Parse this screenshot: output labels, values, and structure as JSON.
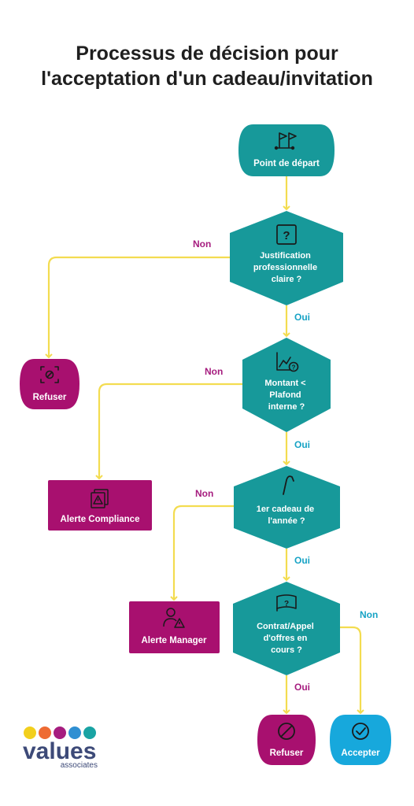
{
  "title": {
    "line1": "Processus de décision pour",
    "line2": "l'acceptation d'un cadeau/invitation"
  },
  "nodes": {
    "start": {
      "label": "Point de départ",
      "icon": "flags-icon"
    },
    "q1": {
      "lines": [
        "Justification",
        "professionnelle",
        "claire ?"
      ],
      "icon": "question-square-icon"
    },
    "q2": {
      "lines": [
        "Montant <",
        "Plafond",
        "interne ?"
      ],
      "icon": "chart-question-icon"
    },
    "q3": {
      "lines": [
        "1er cadeau de",
        "l'année ?"
      ],
      "icon": "hook-icon"
    },
    "q4": {
      "lines": [
        "Contrat/Appel",
        "d'offres en",
        "cours ?"
      ],
      "icon": "flag-question-icon"
    },
    "refuse1": {
      "label": "Refuser",
      "icon": "blocked-eye-icon"
    },
    "alert_compliance": {
      "label": "Alerte Compliance",
      "icon": "warning-copy-icon"
    },
    "alert_manager": {
      "label": "Alerte Manager",
      "icon": "user-warning-icon"
    },
    "refuse2": {
      "label": "Refuser",
      "icon": "prohibited-icon"
    },
    "accept": {
      "label": "Accepter",
      "icon": "check-circle-icon"
    }
  },
  "edge_labels": {
    "q1_non": "Non",
    "q1_oui": "Oui",
    "q2_non": "Non",
    "q2_oui": "Oui",
    "q3_non": "Non",
    "q3_oui": "Oui",
    "q4_non": "Non",
    "q4_oui": "Oui"
  },
  "logo": {
    "text": "values",
    "subtext": "associates",
    "dot_colors": [
      "#f2cf1d",
      "#ee6b33",
      "#a61d7f",
      "#2f8fd2",
      "#19a3a3"
    ]
  },
  "colors": {
    "teal": "#17999a",
    "magenta": "#a8106f",
    "blue": "#17a8dc",
    "connector": "#f3dc50",
    "non_label": "#a61d7f",
    "oui_label": "#17a3c5"
  }
}
